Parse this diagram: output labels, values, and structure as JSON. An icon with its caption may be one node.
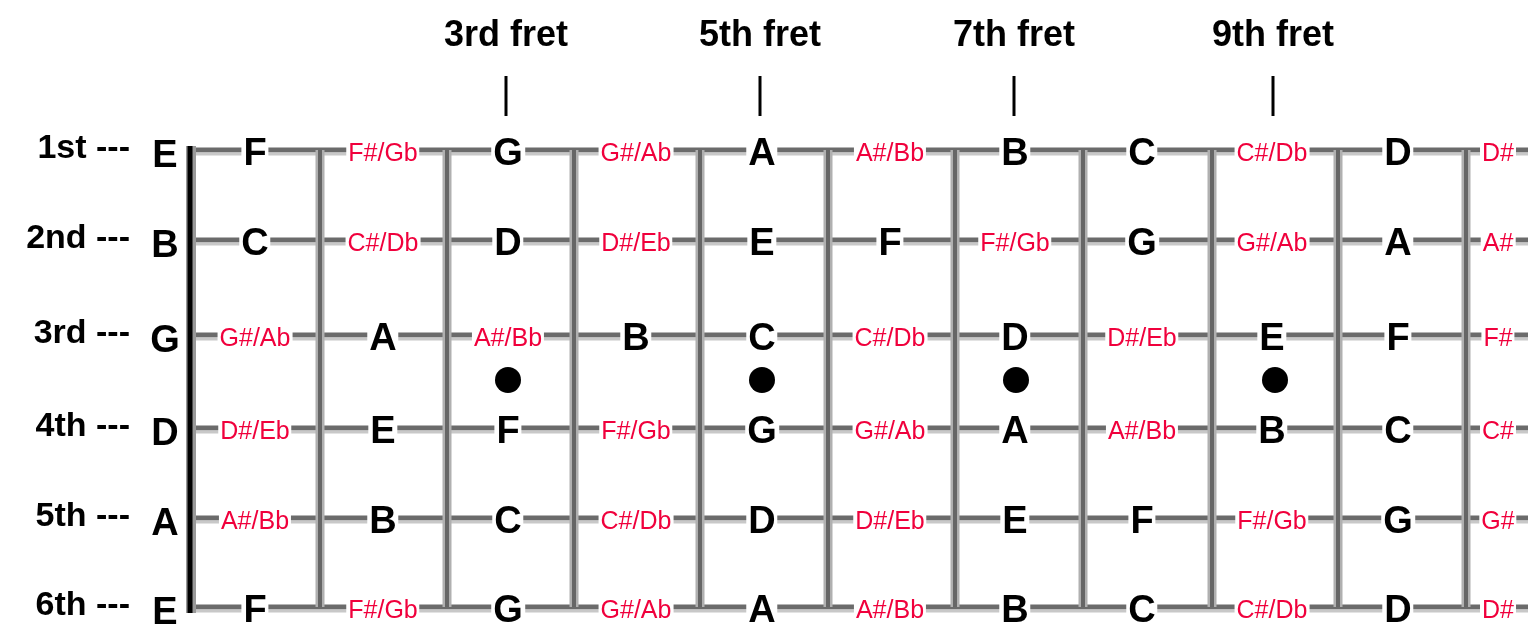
{
  "diagram": {
    "labels": [
      "3rd fret",
      "5th fret",
      "7th fret",
      "9th fret",
      "1st ---",
      "E",
      "F",
      "F#/Gb",
      "G",
      "G#/Ab",
      "A",
      "A#/Bb",
      "B",
      "C",
      "C#/Db",
      "D",
      "D#",
      "2nd ---",
      "B",
      "C",
      "C#/Db",
      "D",
      "D#/Eb",
      "E",
      "F",
      "F#/Gb",
      "G",
      "G#/Ab",
      "A",
      "A#",
      "3rd ---",
      "G",
      "G#/Ab",
      "A",
      "A#/Bb",
      "B",
      "C",
      "C#/Db",
      "D",
      "D#/Eb",
      "E",
      "F",
      "F#",
      "4th ---",
      "D",
      "D#/Eb",
      "E",
      "F",
      "F#/Gb",
      "G",
      "G#/Ab",
      "A",
      "A#/Bb",
      "B",
      "C",
      "C#",
      "5th ---",
      "A",
      "A#/Bb",
      "B",
      "C",
      "C#/Db",
      "D",
      "D#/Eb",
      "E",
      "F",
      "F#/Gb",
      "G",
      "G#",
      "6th ---",
      "E",
      "F",
      "F#/Gb",
      "G",
      "G#/Ab",
      "A",
      "A#/Bb",
      "B",
      "C",
      "C#/Db",
      "D",
      "D#"
    ]
  }
}
